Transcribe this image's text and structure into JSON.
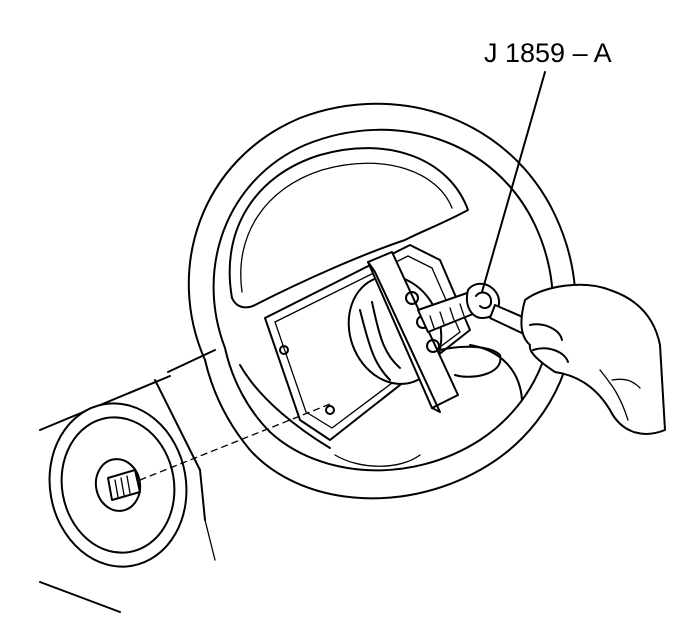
{
  "figure": {
    "tool_label": "J 1859 – A",
    "style": "black-line-on-white"
  },
  "parts": [
    {
      "name": "steering-wheel"
    },
    {
      "name": "puller-tool"
    },
    {
      "name": "wrench"
    },
    {
      "name": "hand"
    },
    {
      "name": "steering-column"
    },
    {
      "name": "shaft-nut"
    }
  ]
}
